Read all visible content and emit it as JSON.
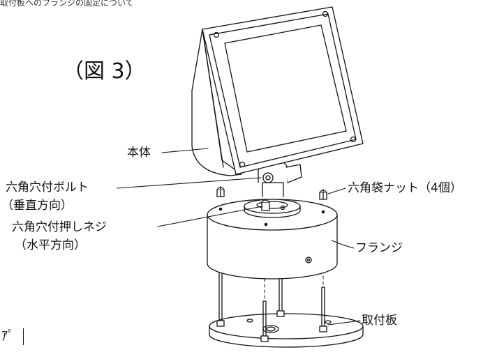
{
  "header_snippet": "取付板へのフランジの固定について",
  "figure_label": "（図 3）",
  "labels": {
    "body": "本体",
    "hex_socket_bolt": "六角穴付ボルト",
    "hex_socket_bolt_dir": "（垂直方向）",
    "hex_socket_set_screw": "六角穴付押しネジ",
    "hex_socket_set_screw_dir": "（水平方向）",
    "cap_nut": "六角袋ナット（4個）",
    "flange": "フランジ",
    "mounting_plate": "取付板"
  },
  "footer_glyph": "ｱﾟ"
}
